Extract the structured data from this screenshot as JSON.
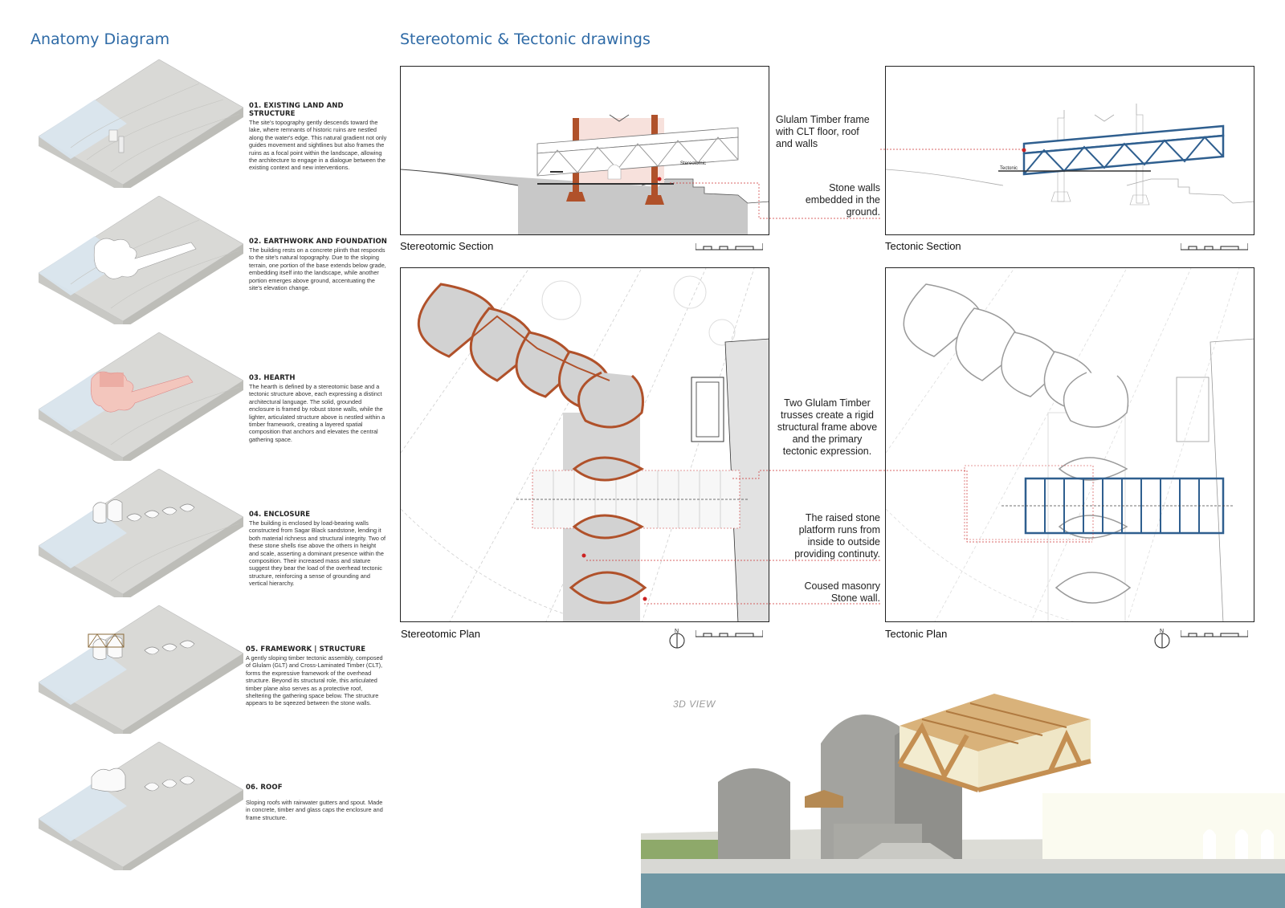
{
  "anatomy": {
    "heading": "Anatomy Diagram",
    "steps": [
      {
        "title": "01. EXISTING LAND AND STRUCTURE",
        "body": "The site's topography gently descends toward the lake, where remnants of historic ruins are nestled along the water's edge. This natural gradient not only guides movement and sightlines but also frames the ruins as a focal point within the landscape, allowing the architecture to engage in a dialogue between the existing context and new interventions."
      },
      {
        "title": "02. EARTHWORK AND FOUNDATION",
        "body": "The building rests on a concrete plinth that responds to the site's natural topography. Due to the sloping terrain, one portion of the base extends below grade, embedding itself into the landscape, while another portion emerges above ground, accentuating the site's elevation change."
      },
      {
        "title": "03. HEARTH",
        "body": "The hearth is defined by a stereotomic base and a tectonic structure above, each expressing a distinct architectural language. The solid, grounded enclosure is framed by robust stone walls, while the lighter, articulated structure above is nestled within a timber framework, creating a layered spatial composition that anchors and elevates the central gathering space."
      },
      {
        "title": "04. ENCLOSURE",
        "body": "The building is enclosed by load-bearing walls constructed from Sagar Black sandstone, lending it both material richness and structural integrity. Two of these stone shells rise above the others in height and scale, asserting a dominant presence within the composition. Their increased mass and stature suggest they bear the load of the overhead tectonic structure, reinforcing a sense of grounding and vertical hierarchy."
      },
      {
        "title": "05. FRAMEWORK | STRUCTURE",
        "body": "A gently sloping timber tectonic assembly, composed of Glulam (GLT) and Cross-Laminated Timber (CLT), forms the expressive framework of the overhead structure. Beyond its structural role, this articulated timber plane also serves as a protective roof, sheltering the gathering space below. The structure appears to be sqeezed between the stone walls."
      },
      {
        "title": "06. ROOF",
        "body": "Sloping roofs with rainwater gutters and spout. Made in concrete, timber and glass caps the enclosure and frame structure."
      }
    ]
  },
  "drawings": {
    "heading": "Stereotomic & Tectonic drawings",
    "stereotomic_section": {
      "caption": "Stereotomic Section",
      "tag": "Stereotomic"
    },
    "tectonic_section": {
      "caption": "Tectonic Section",
      "tag": "Tectonic"
    },
    "stereotomic_plan": {
      "caption": "Stereotomic Plan"
    },
    "tectonic_plan": {
      "caption": "Tectonic Plan"
    },
    "north_label": "N",
    "annotations": {
      "glulam_frame": "Glulam Timber frame with CLT floor, roof and walls",
      "stone_walls": "Stone walls embedded in the ground.",
      "trusses": "Two Glulam Timber trusses create a rigid structural frame above and the primary tectonic expression.",
      "platform": "The raised stone platform runs from inside to outside providing continuty.",
      "coursed": "Coused masonry Stone wall."
    },
    "colors": {
      "stone": "#b0512a",
      "timber_blue": "#2f5f8f",
      "heading_blue": "#2e6aa6",
      "leader_red": "#cc3333"
    }
  },
  "view3d": {
    "label": "3D VIEW"
  }
}
